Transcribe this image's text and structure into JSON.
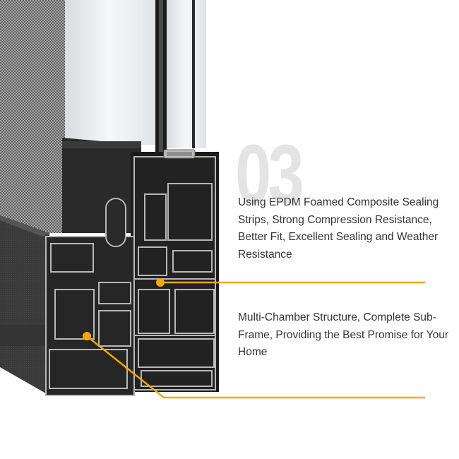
{
  "feature_number": "03",
  "callouts": [
    {
      "text": "Using EPDM Foamed Composite Sealing Strips, Strong Compression Resistance, Better Fit, Excellent Sealing and Weather Resistance"
    },
    {
      "text": "Multi-Chamber Structure, Complete Sub-Frame, Providing the Best Promise for Your Home"
    }
  ],
  "colors": {
    "background": "#ffffff",
    "accent_leader": "#f5a800",
    "number_watermark": "#e4e4e4",
    "text": "#333333",
    "profile_dark": "#1a1a1a",
    "profile_gray": "#3c3c3c",
    "glass": "#eef0f1"
  }
}
